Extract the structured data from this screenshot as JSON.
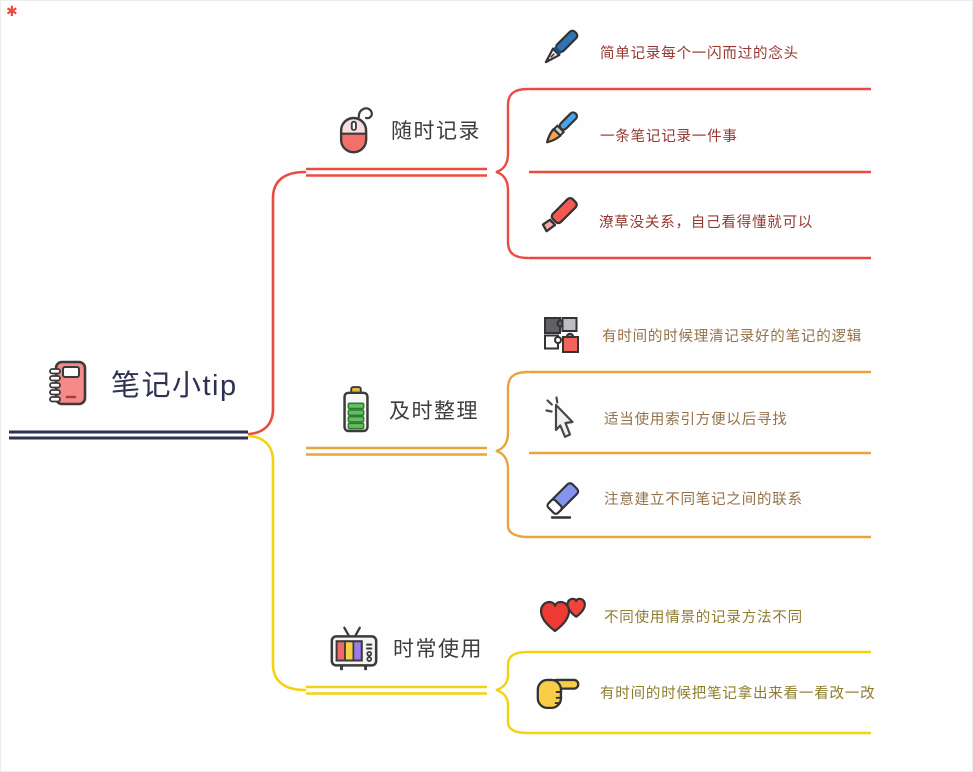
{
  "watermark": "✱",
  "root": {
    "label": "笔记小tip",
    "icon": "notebook-icon",
    "text_color": "#2e3150",
    "line_color": "#2d3154"
  },
  "palette": {
    "background": "#fefefe",
    "root_line": "#2d3154",
    "branch1_line": "#ea4b40",
    "branch2_line": "#eaa43c",
    "branch3_line": "#f3d211"
  },
  "branches": [
    {
      "label": "随时记录",
      "icon": "mouse-icon",
      "line_color": "#ea4b40",
      "label_color": "#3d3d3d",
      "child_text_color": "#963832",
      "children": [
        {
          "label": "简单记录每个一闪而过的念头",
          "icon": "pen-icon"
        },
        {
          "label": "一条笔记记录一件事",
          "icon": "paintbrush-icon"
        },
        {
          "label": "潦草没关系，自己看得懂就可以",
          "icon": "marker-icon"
        }
      ]
    },
    {
      "label": "及时整理",
      "icon": "battery-icon",
      "line_color": "#eaa43c",
      "label_color": "#3d3d3d",
      "child_text_color": "#93714a",
      "children": [
        {
          "label": "有时间的时候理清记录好的笔记的逻辑",
          "icon": "puzzle-icon"
        },
        {
          "label": "适当使用索引方便以后寻找",
          "icon": "cursor-icon"
        },
        {
          "label": "注意建立不同笔记之间的联系",
          "icon": "eraser-icon"
        }
      ]
    },
    {
      "label": "时常使用",
      "icon": "tv-icon",
      "line_color": "#f3d211",
      "label_color": "#3d3d3d",
      "child_text_color": "#8e7d2d",
      "children": [
        {
          "label": "不同使用情景的记录方法不同",
          "icon": "hearts-icon"
        },
        {
          "label": "有时间的时候把笔记拿出来看一看改一改",
          "icon": "pointing-hand-icon"
        }
      ]
    }
  ]
}
